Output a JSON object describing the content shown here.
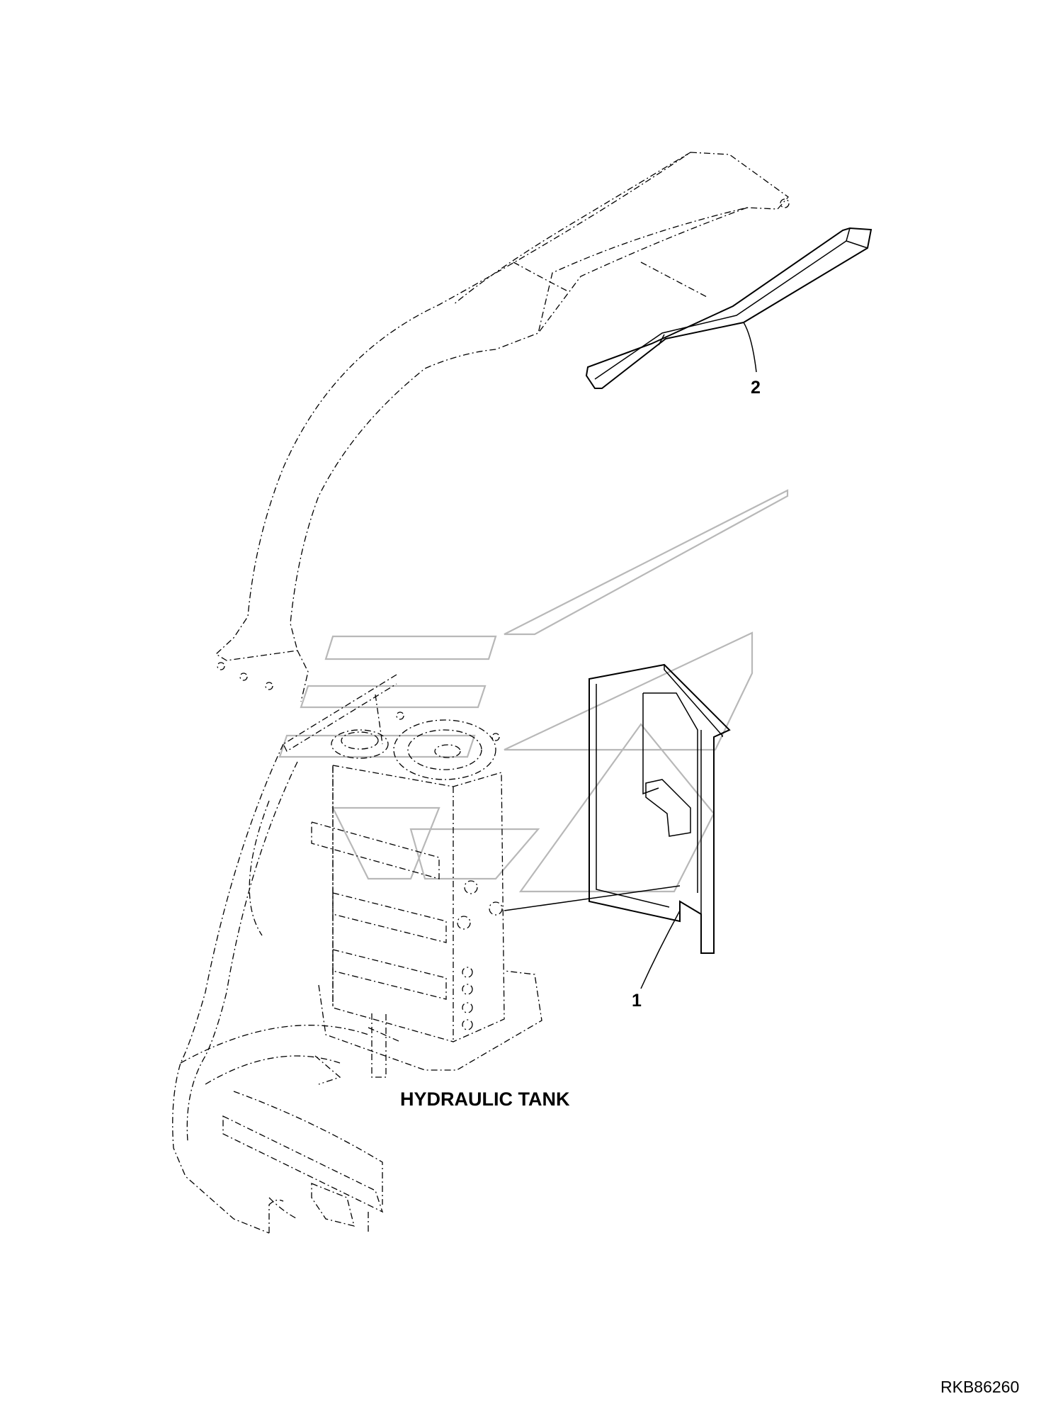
{
  "labels": {
    "component_label": "HYDRAULIC TANK",
    "figure_id": "RKB86260",
    "callout_1": "1",
    "callout_2": "2"
  },
  "icons": {
    "watermark": "stylized-logo-watermark"
  }
}
